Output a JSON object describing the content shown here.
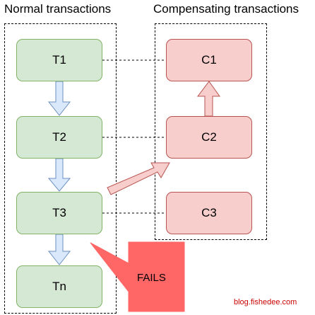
{
  "headings": {
    "normal": "Normal transactions",
    "compensating": "Compensating transactions"
  },
  "normal_transactions": [
    "T1",
    "T2",
    "T3",
    "Tn"
  ],
  "compensating_transactions": [
    "C1",
    "C2",
    "C3"
  ],
  "callout": "FAILS",
  "watermark": "blog.fishedee.com",
  "colors": {
    "normal_fill": "#d5e8d4",
    "normal_stroke": "#82b366",
    "comp_fill": "#f8cecc",
    "comp_stroke": "#b85450",
    "down_arrow_fill": "#dae8fc",
    "down_arrow_stroke": "#6c8ebf",
    "fails_fill": "#ff6666",
    "watermark": "#cc0000"
  }
}
